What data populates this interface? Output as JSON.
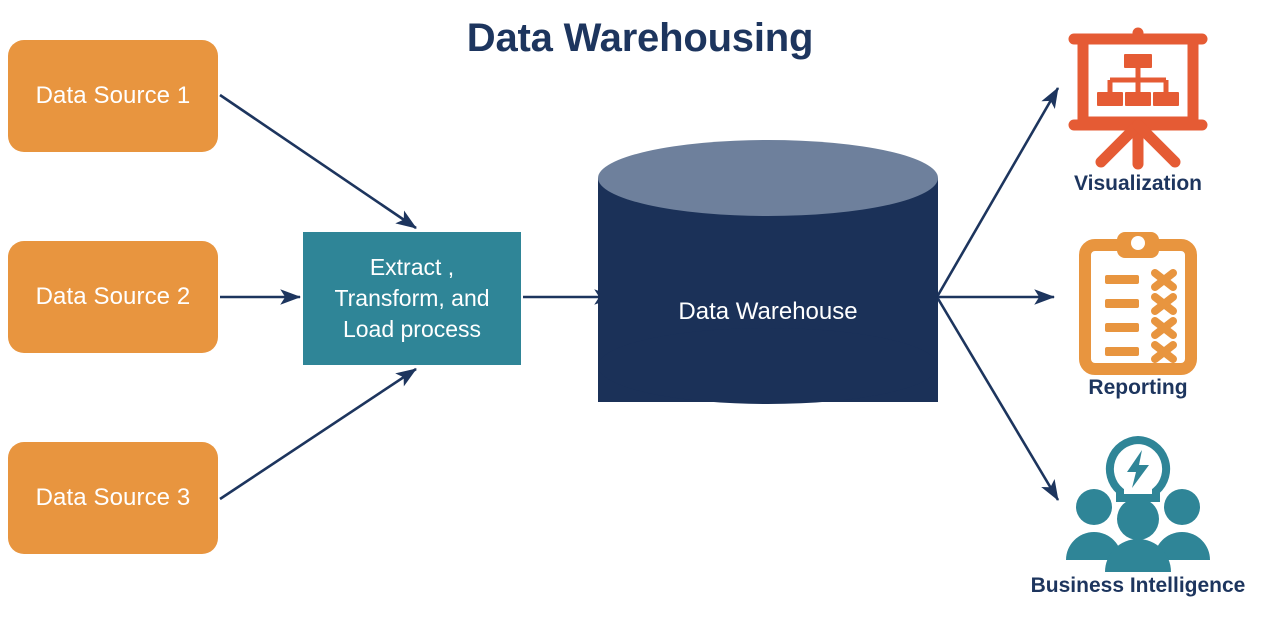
{
  "title": "Data Warehousing",
  "colors": {
    "orange": "#e8953f",
    "teal": "#2f8597",
    "navy": "#1b3158",
    "navy_text": "#1d355e",
    "cylinder_top": "#6e809c",
    "icon_orange_red": "#e55b34",
    "icon_orange": "#e8953f",
    "icon_teal": "#2f8597",
    "arrow": "#1d355e",
    "background": "#ffffff"
  },
  "sources": [
    {
      "id": "data-source-1",
      "label": "Data Source 1"
    },
    {
      "id": "data-source-2",
      "label": "Data Source 2"
    },
    {
      "id": "data-source-3",
      "label": "Data Source 3"
    }
  ],
  "etl": {
    "line1": "Extract ,",
    "line2": "Transform, and",
    "line3": "Load process"
  },
  "warehouse": {
    "label": "Data Warehouse"
  },
  "outputs": [
    {
      "id": "visualization",
      "label": "Visualization",
      "icon": "presentation-chart-icon"
    },
    {
      "id": "reporting",
      "label": "Reporting",
      "icon": "clipboard-checklist-icon"
    },
    {
      "id": "business-intelligence",
      "label": "Business Intelligence",
      "icon": "lightbulb-people-icon"
    }
  ],
  "flow": {
    "inbound_arrows": 3,
    "outbound_arrows": 3
  },
  "chart_data": {
    "type": "diagram",
    "title": "Data Warehousing",
    "nodes": [
      {
        "id": "data-source-1",
        "label": "Data Source 1",
        "shape": "rounded-rect",
        "color": "#e8953f"
      },
      {
        "id": "data-source-2",
        "label": "Data Source 2",
        "shape": "rounded-rect",
        "color": "#e8953f"
      },
      {
        "id": "data-source-3",
        "label": "Data Source 3",
        "shape": "rounded-rect",
        "color": "#e8953f"
      },
      {
        "id": "etl",
        "label": "Extract , Transform, and Load process",
        "shape": "rect",
        "color": "#2f8597"
      },
      {
        "id": "warehouse",
        "label": "Data Warehouse",
        "shape": "cylinder",
        "color": "#1b3158"
      },
      {
        "id": "visualization",
        "label": "Visualization",
        "shape": "icon",
        "color": "#e55b34"
      },
      {
        "id": "reporting",
        "label": "Reporting",
        "shape": "icon",
        "color": "#e8953f"
      },
      {
        "id": "business-intelligence",
        "label": "Business Intelligence",
        "shape": "icon",
        "color": "#2f8597"
      }
    ],
    "edges": [
      {
        "from": "data-source-1",
        "to": "etl"
      },
      {
        "from": "data-source-2",
        "to": "etl"
      },
      {
        "from": "data-source-3",
        "to": "etl"
      },
      {
        "from": "etl",
        "to": "warehouse"
      },
      {
        "from": "warehouse",
        "to": "visualization"
      },
      {
        "from": "warehouse",
        "to": "reporting"
      },
      {
        "from": "warehouse",
        "to": "business-intelligence"
      }
    ]
  }
}
